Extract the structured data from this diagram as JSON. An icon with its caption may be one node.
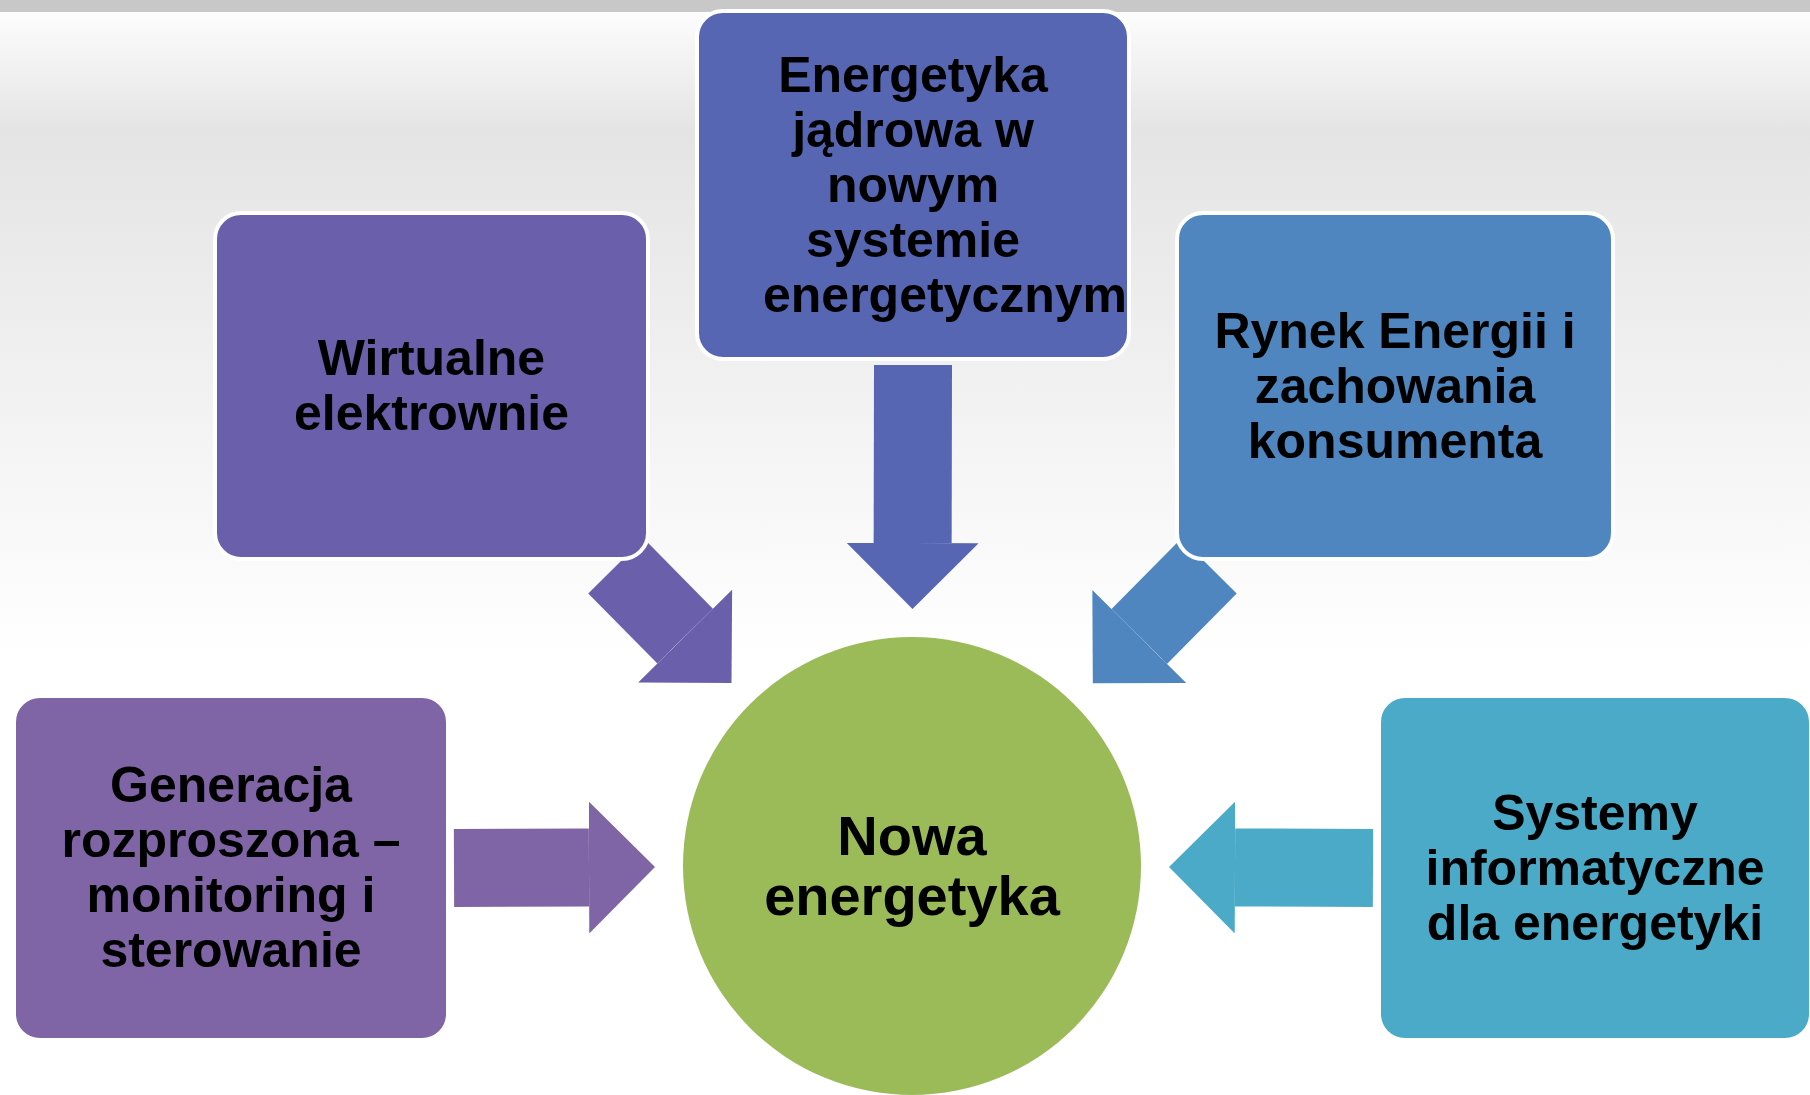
{
  "diagram": {
    "nodes": [
      {
        "text": [
          "Energetyka jądrowa w nowym systemie energetycznym"
        ]
      },
      {
        "text": [
          "Wirtualne elektrownie"
        ]
      },
      {
        "text": [
          "Rynek Energii i zachowania konsumenta"
        ]
      },
      {
        "text": [
          "Generacja rozproszona – monitoring i sterowanie"
        ]
      },
      {
        "text": [
          "Nowa energetyka"
        ]
      },
      {
        "text": [
          "Systemy informatyczne dla energetyki"
        ]
      }
    ],
    "edges": [
      {
        "from": 0,
        "to": 4,
        "arrow": "to",
        "color": "#5766b3"
      },
      {
        "from": 1,
        "to": 4,
        "arrow": "to",
        "color": "#6a5fab"
      },
      {
        "from": 2,
        "to": 4,
        "arrow": "to",
        "color": "#4f86c0"
      },
      {
        "from": 3,
        "to": 4,
        "arrow": "to",
        "color": "#7f64a6"
      },
      {
        "from": 5,
        "to": 4,
        "arrow": "to",
        "color": "#4aaac8"
      }
    ]
  }
}
